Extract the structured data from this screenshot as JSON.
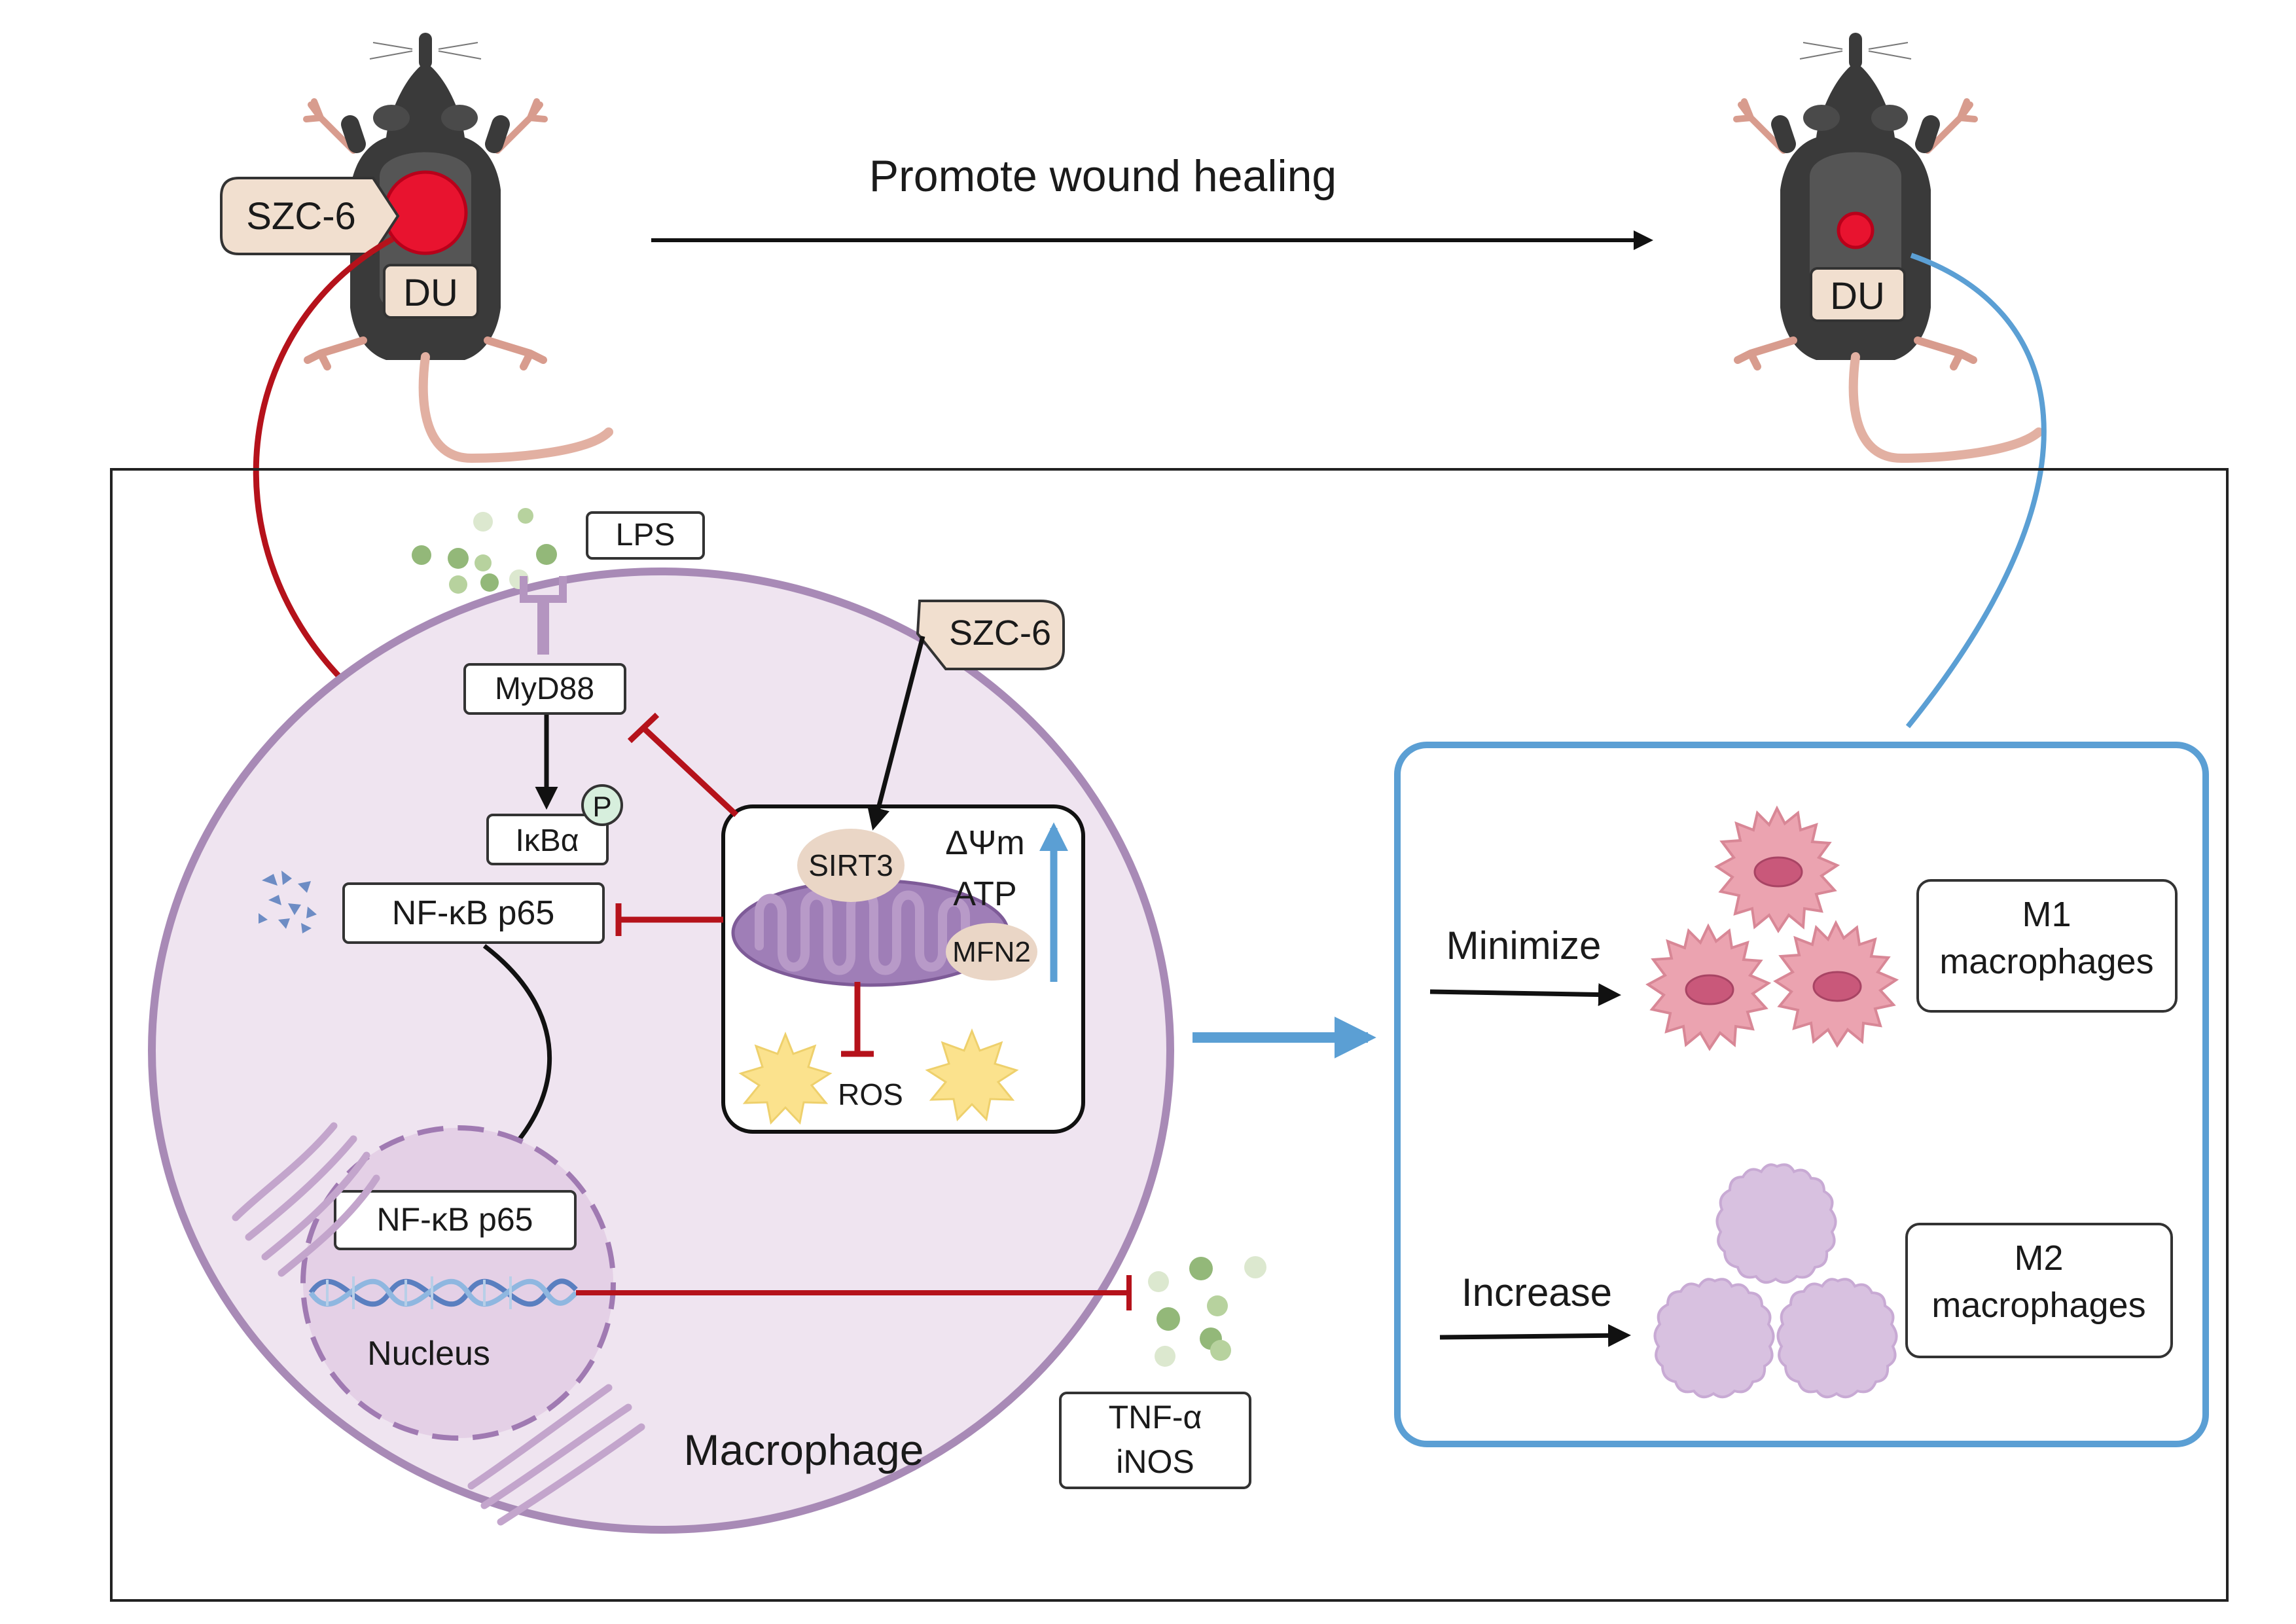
{
  "top": {
    "promote_label": "Promote wound healing",
    "drug_label": "SZC-6",
    "wound_label_left": "DU",
    "wound_label_right": "DU"
  },
  "cell": {
    "lps_label": "LPS",
    "myd88_label": "MyD88",
    "ikba_label": "IκBα",
    "phospho_label": "P",
    "nfkb_cyto_label": "NF-κB p65",
    "nfkb_nuclear_label": "NF-κB p65",
    "nucleus_label": "Nucleus",
    "macrophage_label": "Macrophage",
    "cytokines_line1": "TNF-α",
    "cytokines_line2": "iNOS"
  },
  "mito": {
    "drug_label": "SZC-6",
    "sirt3_label": "SIRT3",
    "mfn2_label": "MFN2",
    "membrane_potential_label": "ΔΨm",
    "atp_label": "ATP",
    "ros_label": "ROS"
  },
  "outcome": {
    "minimize_label": "Minimize",
    "m1_line1": "M1",
    "m1_line2": "macrophages",
    "increase_label": "Increase",
    "m2_line1": "M2",
    "m2_line2": "macrophages"
  },
  "colors": {
    "inhibition_red": "#b5121b",
    "wound_red": "#e8132f",
    "flow_blue": "#5b9fd4",
    "cell_fill": "#efe4f0",
    "cell_outline": "#a88ab6",
    "drug_tag": "#f1dfcf",
    "m1_cell": "#eba3b0",
    "m2_cell": "#d8c1e0"
  }
}
